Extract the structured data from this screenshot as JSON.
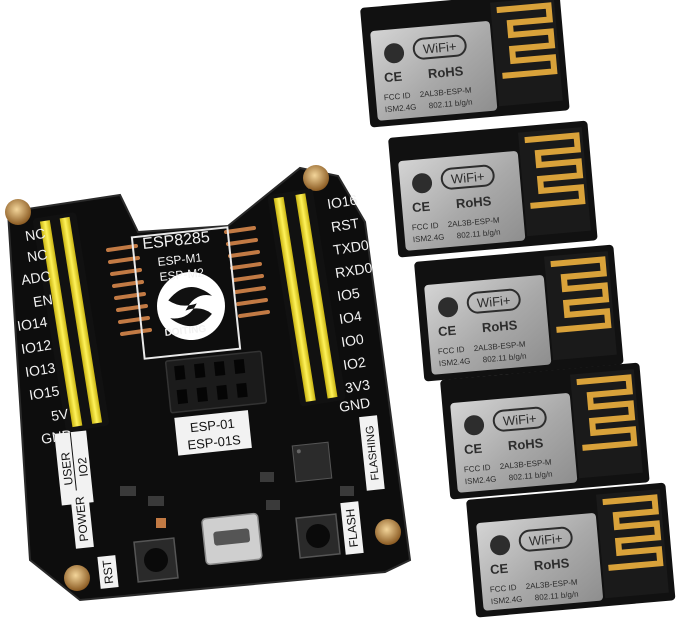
{
  "board": {
    "chip_title": "ESP8285",
    "model_lines": [
      "ESP-M1",
      "ESP-M2"
    ],
    "brand": "DOITING",
    "pins_left": [
      "NC",
      "NC",
      "ADC",
      "EN",
      "IO14",
      "IO12",
      "IO13",
      "IO15",
      "5V",
      "GND"
    ],
    "pins_right": [
      "IO16",
      "RST",
      "TXD0",
      "RXD0",
      "IO5",
      "IO4",
      "IO0",
      "IO2",
      "3V3",
      "GND"
    ],
    "socket_lines": [
      "ESP-01",
      "ESP-01S"
    ],
    "user_label": "USER",
    "io2_label": "IO2",
    "power_label": "POWER",
    "rst_label": "RST",
    "flash_label": "FLASH",
    "flashing_label": "FLASHING"
  },
  "module": {
    "wifi": "WiFi+",
    "rohs": "RoHS",
    "fcc_id": "FCC ID",
    "fcc_code": "2AL3B-ESP-M",
    "ism": "ISM2.4G",
    "standard": "802.11 b/g/n",
    "ce": "CE"
  },
  "colors": {
    "pcb": "#0d0d0d",
    "header_pin": "#f3e51e",
    "copper": "#c27a44",
    "shield": "#bdbdbd",
    "antenna_gold": "#d9a23a"
  }
}
